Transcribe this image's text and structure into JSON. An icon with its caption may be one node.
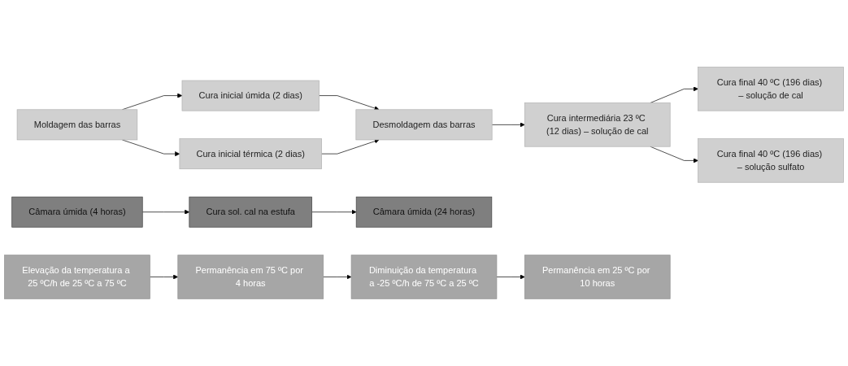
{
  "diagram": {
    "nodes": [
      {
        "text": [
          "Moldagem das barras"
        ]
      },
      {
        "text": [
          "Cura inicial úmida (2 dias)"
        ]
      },
      {
        "text": [
          "Cura inicial térmica (2 dias)"
        ]
      },
      {
        "text": [
          "Desmoldagem das barras"
        ]
      },
      {
        "text": [
          "Cura intermediária 23 ºC (12 dias) – solução de cal"
        ]
      },
      {
        "text": [
          "Cura final 40 ºC (196 dias) – solução de cal"
        ]
      },
      {
        "text": [
          "Cura final 40 ºC (196 dias) – solução sulfato"
        ]
      },
      {
        "text": [
          "Câmara úmida (4 horas)"
        ]
      },
      {
        "text": [
          "Cura sol. cal na estufa"
        ]
      },
      {
        "text": [
          "Câmara úmida (24 horas)"
        ]
      },
      {
        "text": [
          "Elevação da temperatura a 25 ºC/h de 25 ºC a 75 ºC"
        ]
      },
      {
        "text": [
          "Permanência em 75 ºC por 4 horas"
        ]
      },
      {
        "text": [
          "Diminuição da temperatura a -25 ºC/h de 75 ºC a 25 ºC"
        ]
      },
      {
        "text": [
          "Permanência em 25 ºC por 10 horas"
        ]
      }
    ],
    "edges": [
      {
        "from": 0,
        "to": 1,
        "arrow": "to"
      },
      {
        "from": 0,
        "to": 2,
        "arrow": "to"
      },
      {
        "from": 1,
        "to": 3,
        "arrow": "to"
      },
      {
        "from": 2,
        "to": 3,
        "arrow": "to"
      },
      {
        "from": 3,
        "to": 4,
        "arrow": "to"
      },
      {
        "from": 4,
        "to": 5,
        "arrow": "to"
      },
      {
        "from": 4,
        "to": 6,
        "arrow": "to"
      },
      {
        "from": 7,
        "to": 8,
        "arrow": "to"
      },
      {
        "from": 8,
        "to": 9,
        "arrow": "to"
      },
      {
        "from": 10,
        "to": 11,
        "arrow": "to"
      },
      {
        "from": 11,
        "to": 12,
        "arrow": "to"
      },
      {
        "from": 12,
        "to": 13,
        "arrow": "to"
      }
    ]
  }
}
